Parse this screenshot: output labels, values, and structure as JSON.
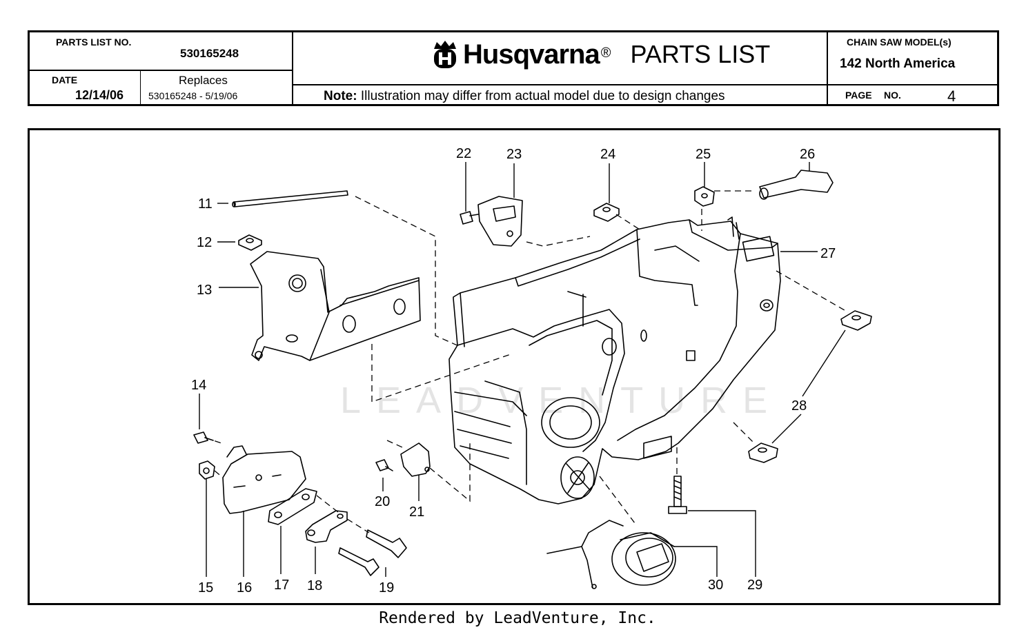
{
  "header": {
    "parts_list_no_label": "PARTS LIST NO.",
    "parts_list_no": "530165248",
    "date_label": "DATE",
    "date": "12/14/06",
    "replaces_label": "Replaces",
    "replaces": "530165248 - 5/19/06",
    "brand": "Husqvarna",
    "brand_reg": "®",
    "title": "PARTS LIST",
    "note_label": "Note:",
    "note_text": "Illustration may differ from actual model due to design changes",
    "model_label": "CHAIN SAW MODEL(s)",
    "model": "142 North America",
    "page_label": "PAGE",
    "page_no_label": "NO.",
    "page_no": "4"
  },
  "diagram": {
    "watermark": "LEADVENTURE",
    "callouts": [
      "11",
      "12",
      "13",
      "14",
      "15",
      "16",
      "17",
      "18",
      "19",
      "20",
      "21",
      "22",
      "23",
      "24",
      "25",
      "26",
      "27",
      "28",
      "29",
      "30"
    ]
  },
  "footer": {
    "text": "Rendered by LeadVenture, Inc."
  }
}
